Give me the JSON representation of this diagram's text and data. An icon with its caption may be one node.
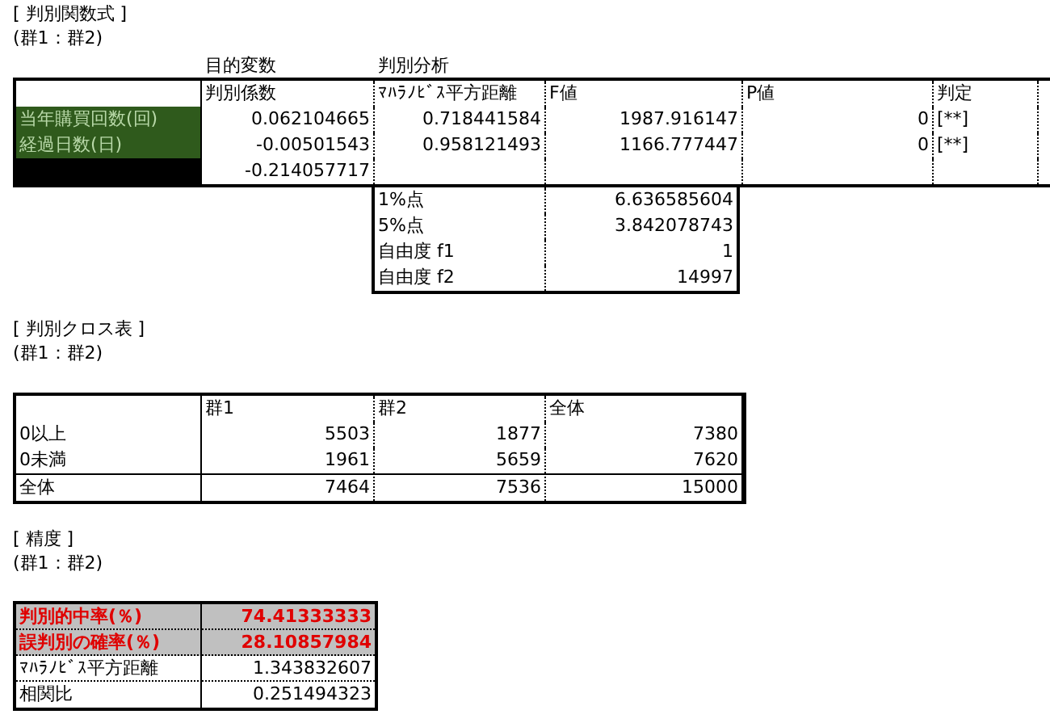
{
  "diagram": {
    "labels": [
      "[ 判別関数式 ]",
      "(群1：群2)",
      "目的変数",
      "判別分析",
      "判別係数",
      "ﾏﾊﾗﾉﾋﾞｽ平方距離",
      "F値",
      "P値",
      "判定",
      "当年購買回数(回)",
      "0.062104665",
      "0.718441584",
      "1987.916147",
      "0",
      "[**]",
      "経過日数(日)",
      "-0.00501543",
      "0.958121493",
      "1166.777447",
      "0",
      "[**]",
      "-0.214057717",
      "1%点",
      "6.636585604",
      "5%点",
      "3.842078743",
      "自由度 f1",
      "1",
      "自由度 f2",
      "14997",
      "[ 判別クロス表 ]",
      "(群1：群2)",
      "群1",
      "群2",
      "全体",
      "0以上",
      "5503",
      "1877",
      "7380",
      "0未満",
      "1961",
      "5659",
      "7620",
      "全体",
      "7464",
      "7536",
      "15000",
      "[ 精度 ]",
      "(群1：群2)",
      "判別的中率(％)",
      "74.41333333",
      "誤判別の確率(％)",
      "28.10857984",
      "ﾏﾊﾗﾉﾋﾞｽ平方距離",
      "1.343832607",
      "相関比",
      "0.251494323"
    ]
  }
}
